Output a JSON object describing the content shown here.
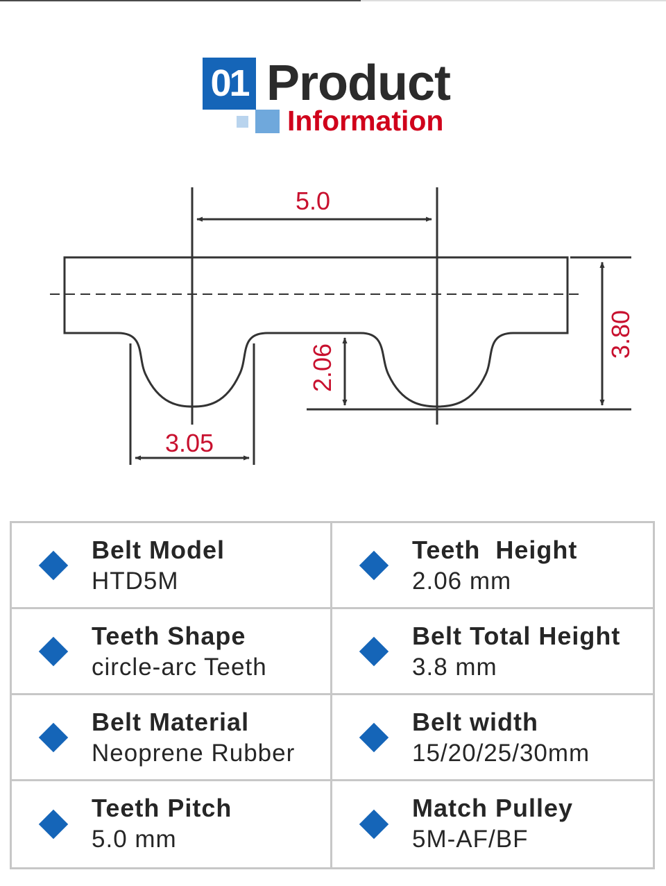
{
  "header": {
    "number": "01",
    "title": "Product",
    "subtitle": "Information"
  },
  "diagram": {
    "dimensions": {
      "pitch": "5.0",
      "total_height": "3.80",
      "tooth_height": "2.06",
      "tooth_width": "3.05"
    },
    "colors": {
      "line": "#333333",
      "dimension_text": "#c8102e"
    }
  },
  "specs": [
    {
      "label": "Belt Model",
      "value": "HTD5M"
    },
    {
      "label": "Teeth  Height",
      "value": "2.06 mm"
    },
    {
      "label": "Teeth Shape",
      "value": "circle-arc Teeth"
    },
    {
      "label": "Belt Total Height",
      "value": "3.8 mm"
    },
    {
      "label": "Belt Material",
      "value": "Neoprene Rubber"
    },
    {
      "label": "Belt width",
      "value": "15/20/25/30mm"
    },
    {
      "label": "Teeth Pitch",
      "value": "5.0 mm"
    },
    {
      "label": "Match Pulley",
      "value": "5M-AF/BF"
    }
  ],
  "colors": {
    "accent_blue": "#1565b8",
    "accent_red": "#d0021b",
    "text": "#262626",
    "table_border": "#c7c7c7"
  }
}
